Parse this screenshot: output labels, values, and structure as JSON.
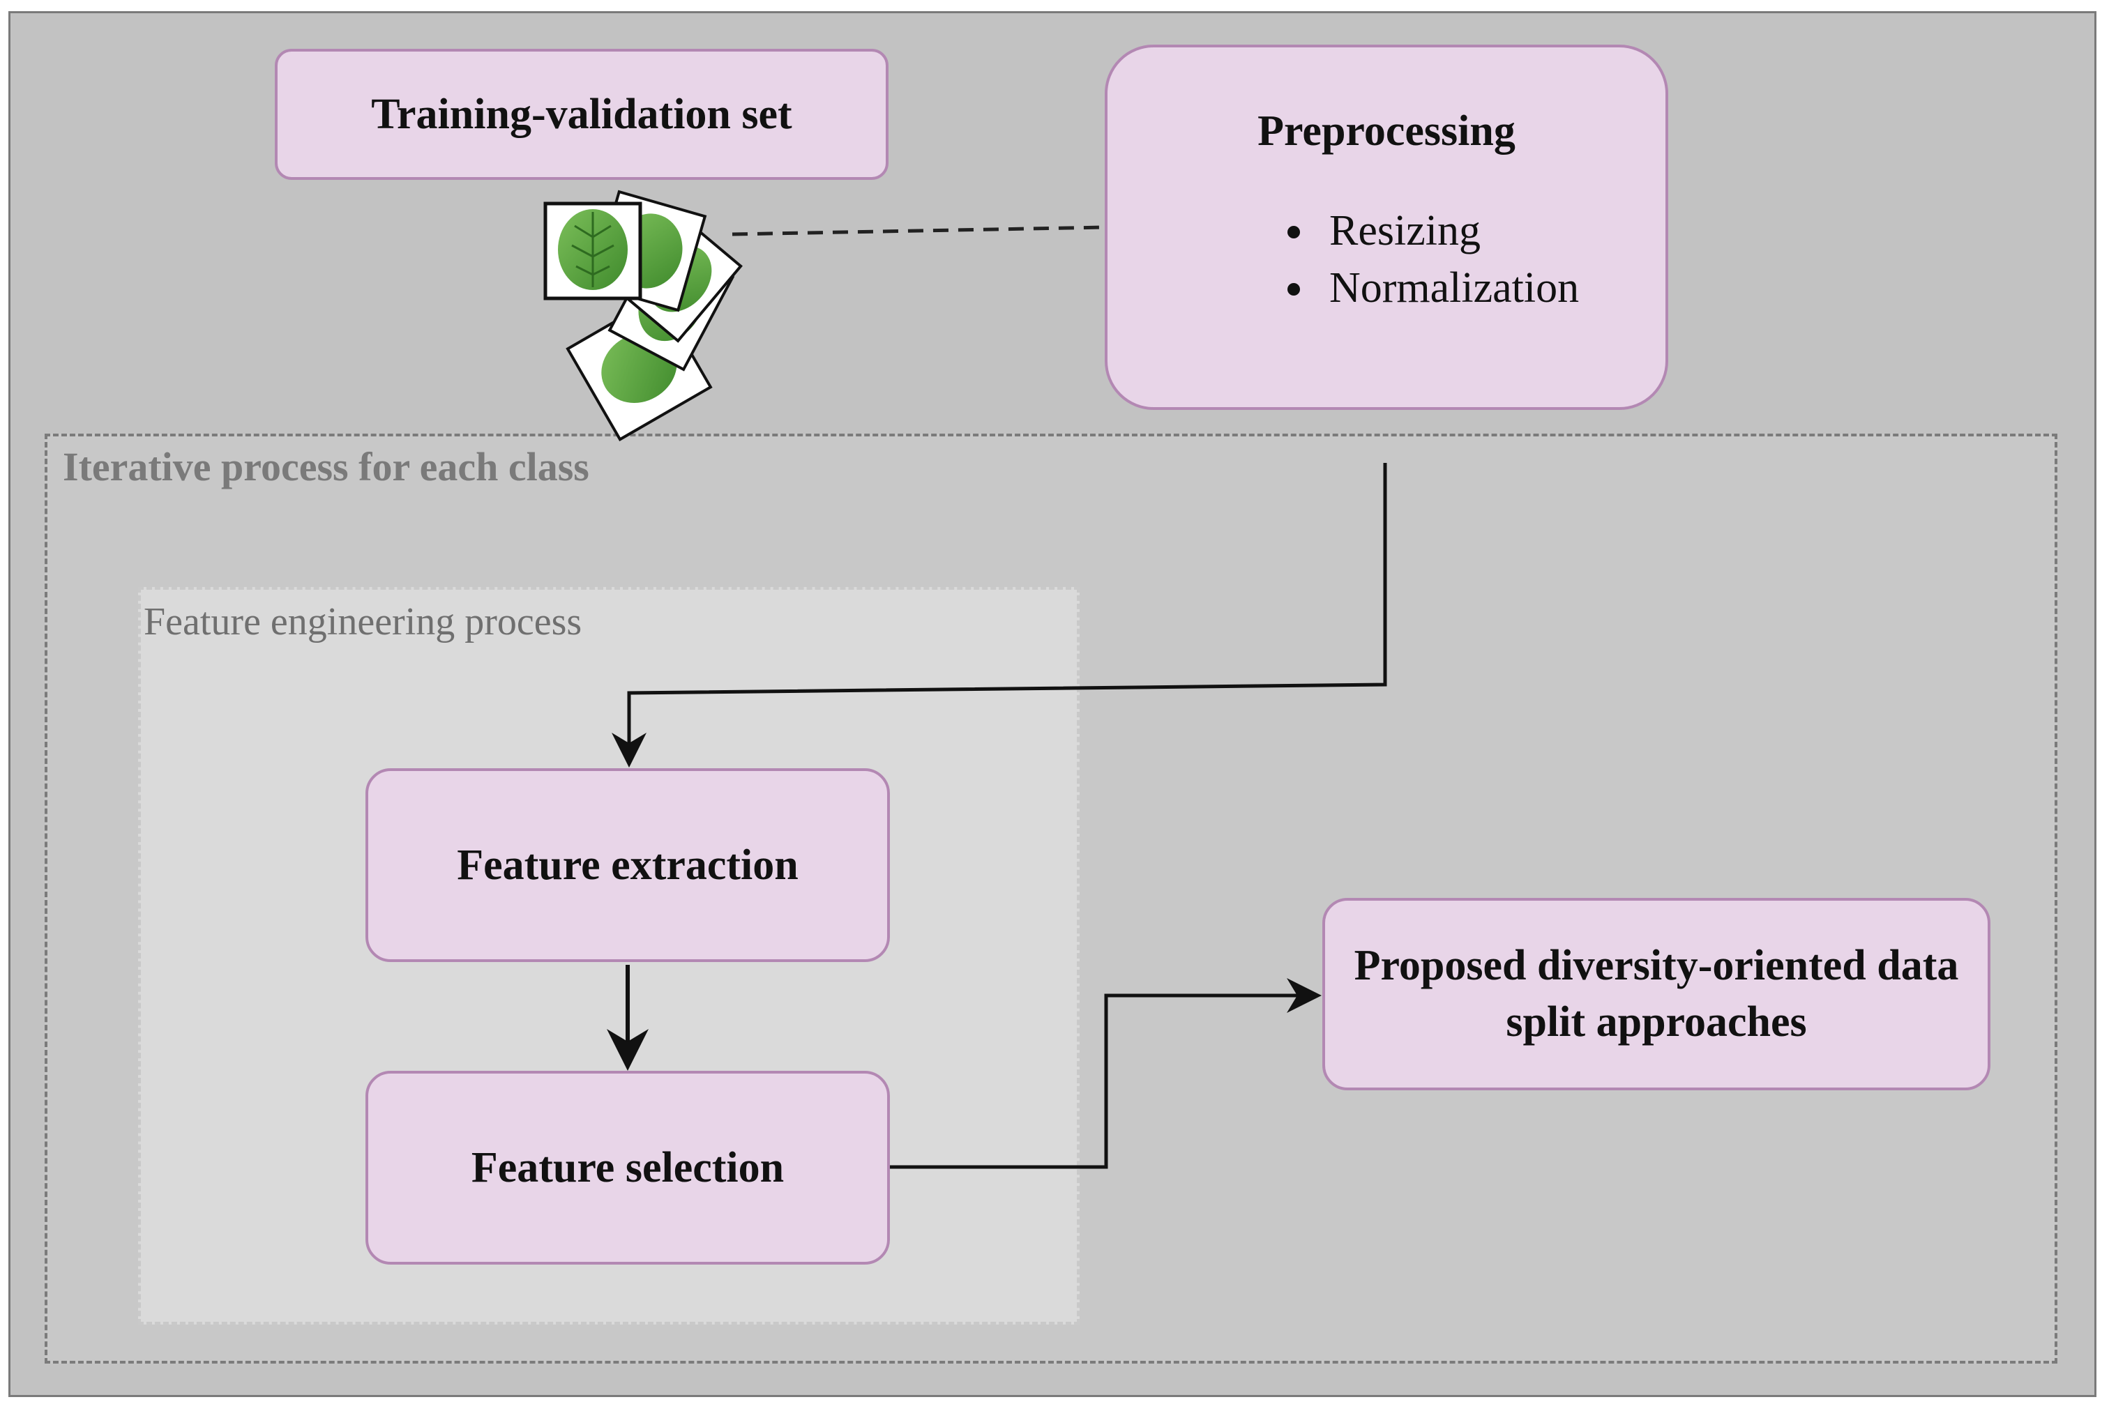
{
  "regions": {
    "iterative_label": "Iterative process for each class",
    "feature_engineering_label": "Feature engineering process"
  },
  "nodes": {
    "training_validation": "Training-validation set",
    "preprocessing": {
      "title": "Preprocessing",
      "items": [
        "Resizing",
        "Normalization"
      ]
    },
    "feature_extraction": "Feature extraction",
    "feature_selection": "Feature selection",
    "proposed": "Proposed diversity-oriented data split approaches"
  },
  "colors": {
    "node_fill": "#e8d5e8",
    "node_border": "#b388b3",
    "background": "#c2c2c2",
    "leaf_green": "#5a9e3a"
  },
  "icons": [
    "leaf-image-stack-icon"
  ]
}
